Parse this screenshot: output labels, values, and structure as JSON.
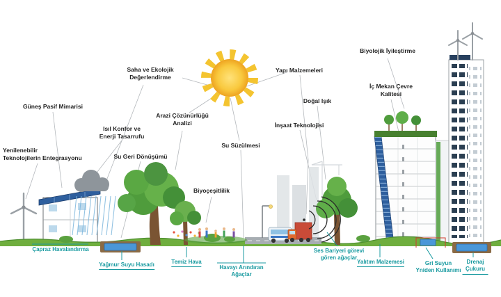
{
  "concept_labels": [
    {
      "id": "saha",
      "text": "Saha ve Ekolojik\nDeğerlendirme"
    },
    {
      "id": "yapi",
      "text": "Yapı Malzemeleri"
    },
    {
      "id": "biyolojik",
      "text": "Biyolojik İyileştirme"
    },
    {
      "id": "ic-mekan",
      "text": "İç Mekan Çevre\nKalitesi"
    },
    {
      "id": "dogal",
      "text": "Doğal Işık"
    },
    {
      "id": "gunes",
      "text": "Güneş Pasif Mimarisi"
    },
    {
      "id": "arazi",
      "text": "Arazi Çözünürlüğü\nAnalizi"
    },
    {
      "id": "isil",
      "text": "Isıl Konfor ve\nEnerji Tasarrufu"
    },
    {
      "id": "insaat",
      "text": "İnşaat Teknolojisi"
    },
    {
      "id": "su-geri",
      "text": "Su Geri Dönüşümü"
    },
    {
      "id": "su-suzulmesi",
      "text": "Su Süzülmesi"
    },
    {
      "id": "yenilenebilir",
      "text": "Yenilenebilir\nTeknolojilerin Entegrasyonu"
    },
    {
      "id": "biyocesitlilik",
      "text": "Biyoçeşitlilik"
    }
  ],
  "feature_labels": [
    {
      "id": "capraz",
      "text": "Çapraz Havalandırma"
    },
    {
      "id": "yagmur",
      "text": "Yağmur Suyu Hasadı"
    },
    {
      "id": "temiz",
      "text": "Temiz Hava"
    },
    {
      "id": "havayi",
      "text": "Havayı Arındıran\nAğaçlar"
    },
    {
      "id": "ses",
      "text": "Ses Bariyeri görevi\ngören ağaçlar"
    },
    {
      "id": "yalitim",
      "text": "Yalıtım Malzemesi"
    },
    {
      "id": "gri",
      "text": "Gri Suyun\nYniden Kullanımı"
    },
    {
      "id": "drenaj",
      "text": "Drenaj Çukuru"
    }
  ],
  "colors": {
    "label_text": "#222222",
    "feature_text": "#189aa0",
    "sun": "#f4c430",
    "tree_green": "#4f9c3c",
    "water_blue": "#4a97d8",
    "ground_green": "#6fae3e",
    "solar_panel": "#2e5f9e",
    "cloud_gray": "#8e959b"
  },
  "icons": {
    "sun-icon": "sun with rays",
    "rain-cloud-icon": "gray cloud with rain streaks",
    "wind-turbine-icon": "three-blade wind turbine",
    "tree-icon": "deciduous tree",
    "passive-house-icon": "house with rooftop solar panels",
    "apartment-building-icon": "multi-storey building section with green roof",
    "tower-icon": "high-rise tower with PV facade and rooftop turbines",
    "bus-icon": "city bus",
    "truck-icon": "delivery truck",
    "street-lamp-icon": "street lamp",
    "sound-wave-icon": "concentric sound barrier arcs",
    "people-icon": "people in park",
    "water-tank-icon": "underground rainwater tank",
    "drainage-pit-icon": "drainage pit",
    "greywater-icon": "greywater recycling unit",
    "crane-icon": "construction crane",
    "flowers-icon": "biodiversity flowers"
  }
}
